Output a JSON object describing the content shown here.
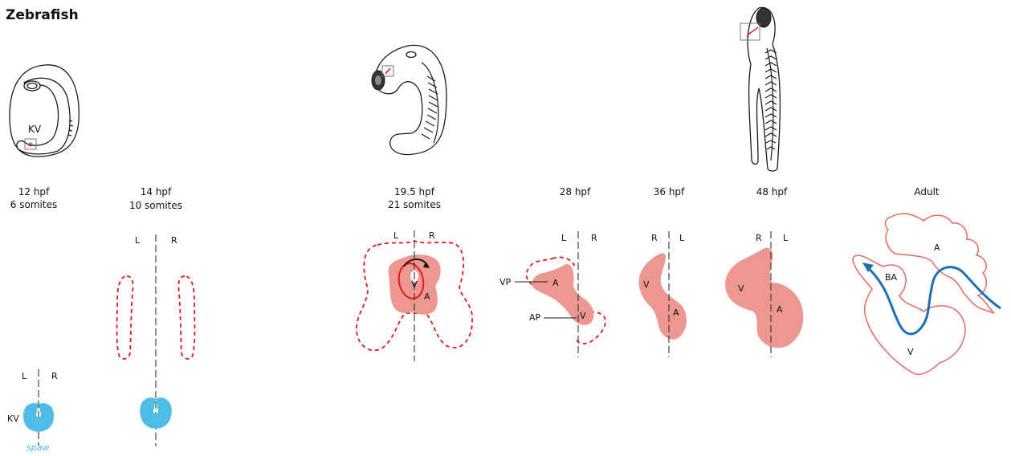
{
  "title": "Zebrafish",
  "colors": {
    "heart": "#ec9790",
    "heart_outline": "#e0191f",
    "kv": "#4cbde7",
    "flow_arrow": "#1d6fb3",
    "adult_outline": "#e26b66"
  },
  "stages": [
    {
      "time": "12 hpf",
      "somites": "6 somites"
    },
    {
      "time": "14 hpf",
      "somites": "10 somites"
    },
    {
      "time": "19.5 hpf",
      "somites": "21 somites"
    },
    {
      "time": "28 hpf",
      "somites": ""
    },
    {
      "time": "36 hpf",
      "somites": ""
    },
    {
      "time": "48 hpf",
      "somites": ""
    },
    {
      "time": "Adult",
      "somites": ""
    }
  ],
  "labels": {
    "kv_embryo": "KV",
    "kv": "KV",
    "spaw": "spaw",
    "L": "L",
    "R": "R",
    "A": "A",
    "V": "V",
    "VP": "VP",
    "AP": "AP",
    "BA": "BA"
  }
}
